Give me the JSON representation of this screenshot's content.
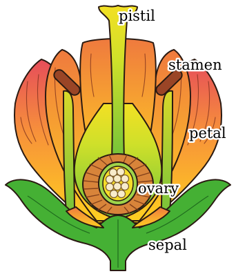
{
  "labels": {
    "pistil": "pistil",
    "stamen": "stamen",
    "petal": "petal",
    "ovary": "ovary",
    "sepal": "sepal"
  },
  "colors": {
    "petal_top": "#e8505a",
    "petal_bottom": "#ffd21e",
    "pistil": "#f2de20",
    "style_green": "#8ccd3a",
    "sepal": "#45b034",
    "ovary_wall": "#d8843a",
    "ovules": "#f8eccb",
    "anther": "#9a4526"
  }
}
